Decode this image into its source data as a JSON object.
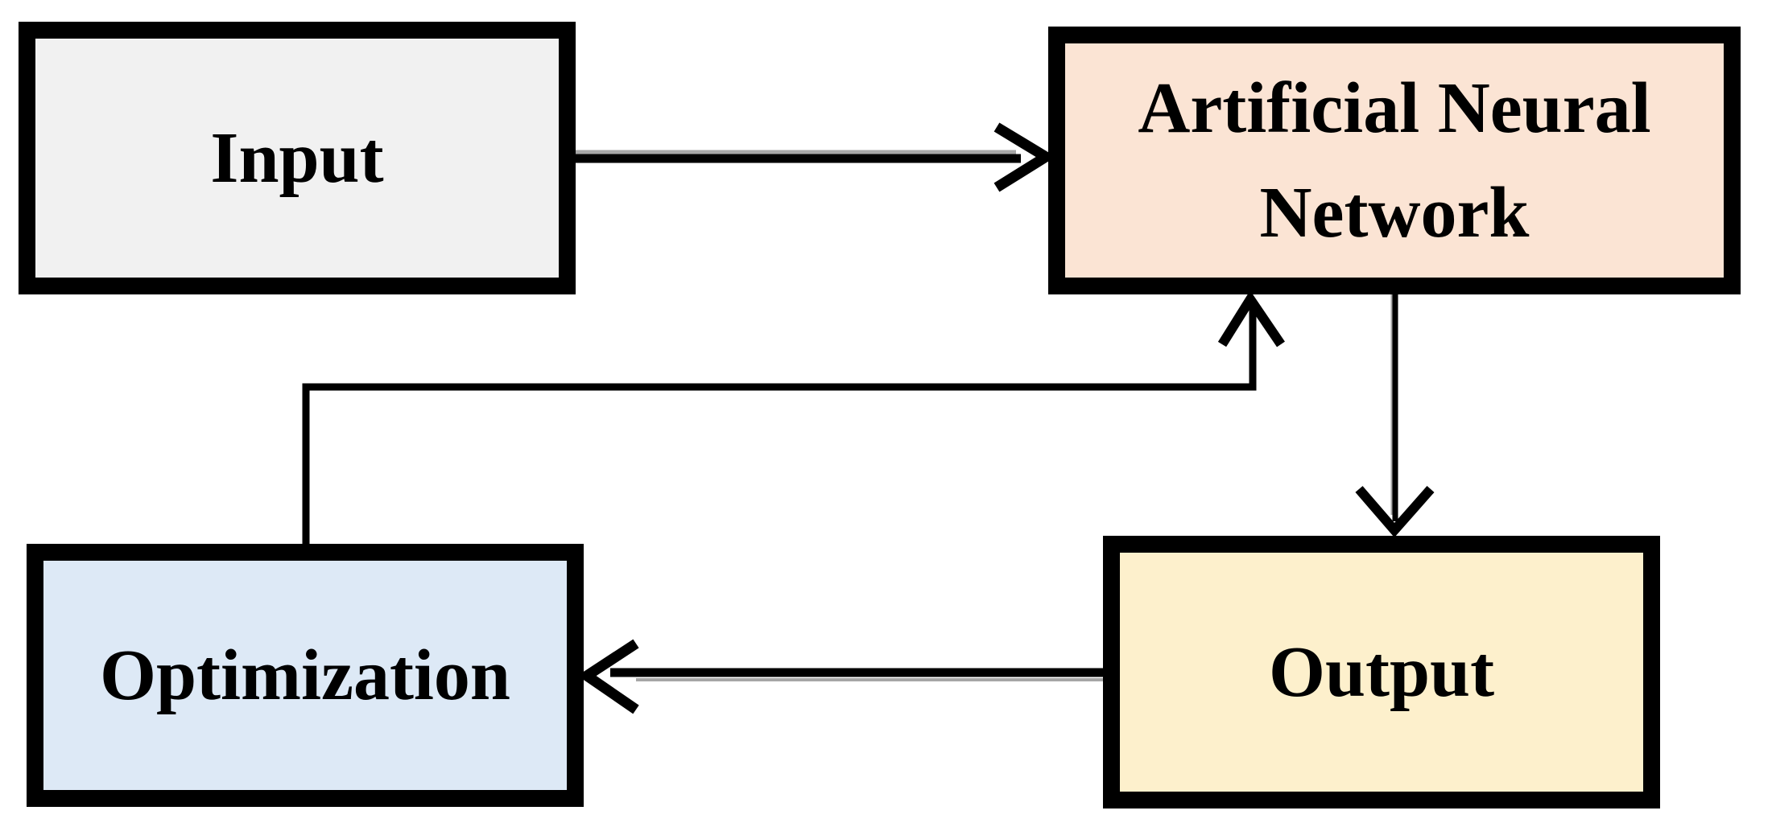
{
  "diagram": {
    "title": "Artificial Neural Network optimization loop",
    "background": "#ffffff",
    "stroke_color": "#000000",
    "halo_color": "#a6a6a6",
    "nodes": {
      "input": {
        "label": "Input",
        "fill": "#f1f1f1"
      },
      "ann": {
        "label": "Artificial Neural Network",
        "lines": [
          "Artificial Neural",
          "Network"
        ],
        "fill": "#fbe4d4"
      },
      "optimization": {
        "label": "Optimization",
        "fill": "#dde9f6"
      },
      "output": {
        "label": "Output",
        "fill": "#fdf0cc"
      }
    },
    "edges": [
      {
        "id": "input-to-ann",
        "from": "input",
        "to": "ann",
        "style": "straight",
        "direction": "right"
      },
      {
        "id": "ann-to-output",
        "from": "ann",
        "to": "output",
        "style": "straight",
        "direction": "down"
      },
      {
        "id": "output-to-optimization",
        "from": "output",
        "to": "optimization",
        "style": "straight",
        "direction": "left"
      },
      {
        "id": "optimization-to-ann",
        "from": "optimization",
        "to": "ann",
        "style": "elbow",
        "direction": "up-right-up"
      }
    ]
  }
}
